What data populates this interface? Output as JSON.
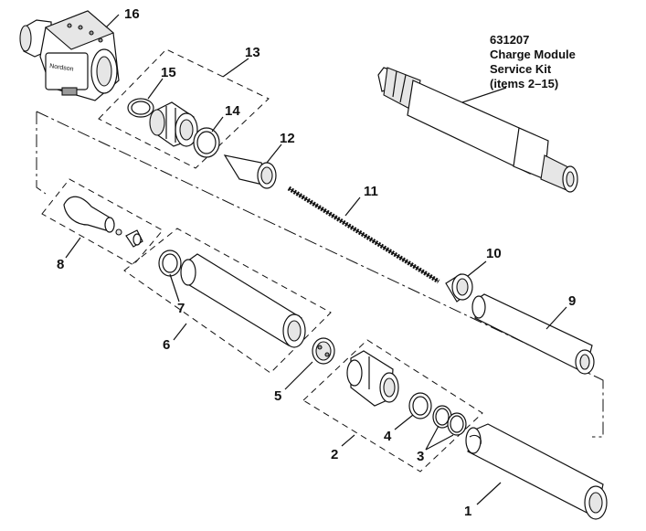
{
  "diagram": {
    "kit": {
      "part_number": "631207",
      "line1": "Charge Module",
      "line2": "Service Kit",
      "line3": "(items 2–15)"
    },
    "labels": {
      "l1": "1",
      "l2": "2",
      "l3": "3",
      "l4": "4",
      "l5": "5",
      "l6": "6",
      "l7": "7",
      "l8": "8",
      "l9": "9",
      "l10": "10",
      "l11": "11",
      "l12": "12",
      "l13": "13",
      "l14": "14",
      "l15": "15",
      "l16": "16"
    },
    "logo_text": "Nordson"
  }
}
